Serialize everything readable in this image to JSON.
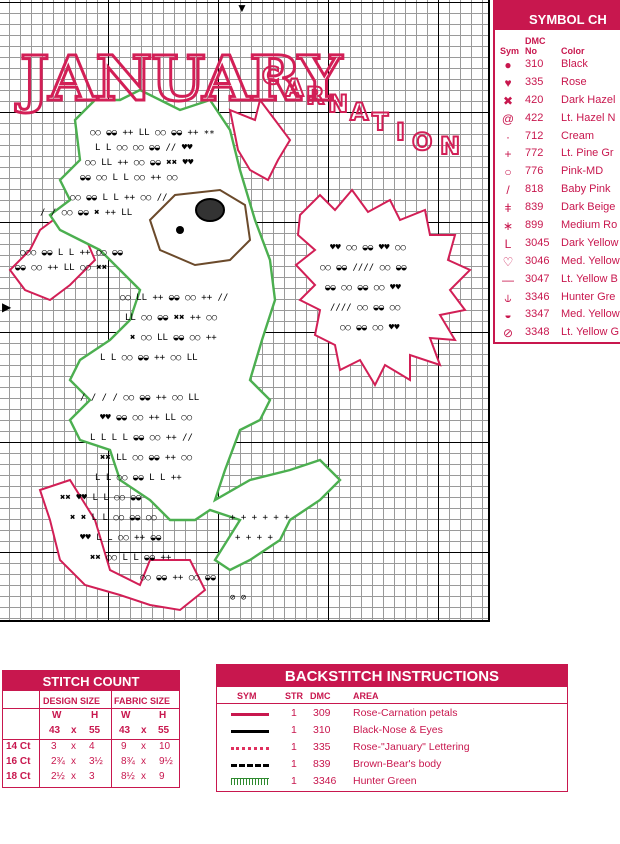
{
  "title": {
    "word1": "January",
    "word2": "Carnation"
  },
  "symbol_chart": {
    "heading": "SYMBOL CH",
    "col_sym": "Sym",
    "col_dmc_top": "DMC",
    "col_no": "No",
    "col_color": "Color",
    "rows": [
      {
        "sym": "●",
        "dmc": "310",
        "color": "Black"
      },
      {
        "sym": "♥",
        "dmc": "335",
        "color": "Rose"
      },
      {
        "sym": "✖",
        "dmc": "420",
        "color": "Dark Hazel"
      },
      {
        "sym": "@",
        "dmc": "422",
        "color": "Lt. Hazel N"
      },
      {
        "sym": "·",
        "dmc": "712",
        "color": "Cream"
      },
      {
        "sym": "+",
        "dmc": "772",
        "color": "Lt. Pine Gr"
      },
      {
        "sym": "○",
        "dmc": "776",
        "color": "Pink-MD"
      },
      {
        "sym": "/",
        "dmc": "818",
        "color": "Baby Pink"
      },
      {
        "sym": "ǂ",
        "dmc": "839",
        "color": "Dark Beige"
      },
      {
        "sym": "∗",
        "dmc": "899",
        "color": "Medium Ro"
      },
      {
        "sym": "L",
        "dmc": "3045",
        "color": "Dark Yellow"
      },
      {
        "sym": "♡",
        "dmc": "3046",
        "color": "Med. Yellow"
      },
      {
        "sym": "—",
        "dmc": "3047",
        "color": "Lt. Yellow B"
      },
      {
        "sym": "⫝",
        "dmc": "3346",
        "color": "Hunter Gre"
      },
      {
        "sym": "◒",
        "dmc": "3347",
        "color": "Med. Yellow"
      },
      {
        "sym": "⊘",
        "dmc": "3348",
        "color": "Lt. Yellow G"
      }
    ]
  },
  "stitch_count": {
    "heading": "STITCH COUNT",
    "design_size": "DESIGN SIZE",
    "fabric_size": "FABRIC SIZE",
    "w": "W",
    "h": "H",
    "x": "x",
    "design_w": "43",
    "design_h": "55",
    "fabric_w": "43",
    "fabric_h": "55",
    "rows": [
      {
        "ct": "14 Ct",
        "dw": "3",
        "dh": "4",
        "fw": "9",
        "fh": "10"
      },
      {
        "ct": "16 Ct",
        "dw": "2¾",
        "dh": "3½",
        "fw": "8¾",
        "fh": "9½"
      },
      {
        "ct": "18 Ct",
        "dw": "2½",
        "dh": "3",
        "fw": "8½",
        "fh": "9"
      }
    ]
  },
  "backstitch": {
    "heading": "BACKSTITCH INSTRUCTIONS",
    "col_sym": "SYM",
    "col_str": "STR",
    "col_dmc": "DMC",
    "col_area": "AREA",
    "rows": [
      {
        "str": "1",
        "dmc": "309",
        "area": "Rose-Carnation petals",
        "color": "#c8174e",
        "style": "solid"
      },
      {
        "str": "1",
        "dmc": "310",
        "area": "Black-Nose & Eyes",
        "color": "#000000",
        "style": "solid"
      },
      {
        "str": "1",
        "dmc": "335",
        "area": "Rose-\"January\" Lettering",
        "color": "#e0305e",
        "style": "dotted"
      },
      {
        "str": "1",
        "dmc": "839",
        "area": "Brown-Bear's body",
        "color": "#000000",
        "style": "dashed"
      },
      {
        "str": "1",
        "dmc": "3346",
        "area": "Hunter Green",
        "color": "#2f8a2f",
        "style": "ticked"
      }
    ]
  },
  "colors": {
    "accent": "#c8174e",
    "green": "#4caf50",
    "brown": "#6b4a2b"
  }
}
